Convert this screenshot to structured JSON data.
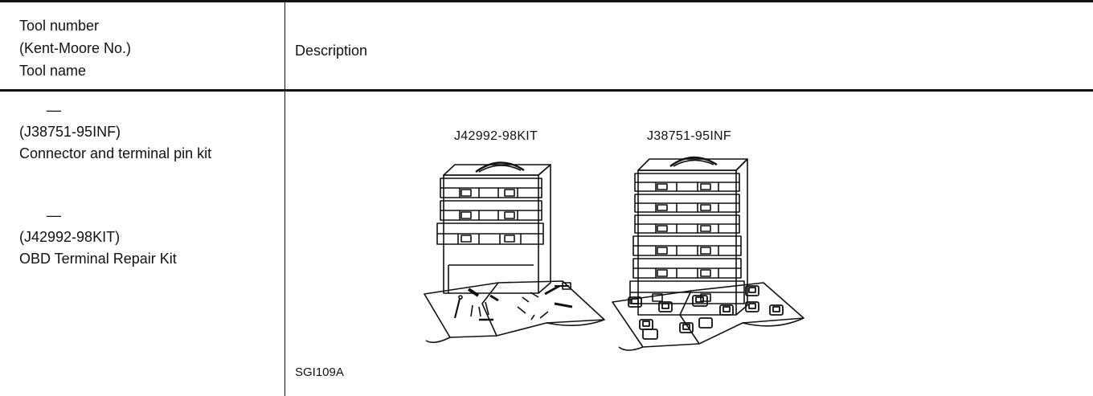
{
  "header": {
    "col1_line1": "Tool number",
    "col1_line2": "(Kent-Moore No.)",
    "col1_line3": "Tool name",
    "col2": "Description"
  },
  "rows": [
    {
      "items": [
        {
          "tool_number": "—",
          "kent_moore": "(J38751-95INF)",
          "name": "Connector and terminal pin kit"
        },
        {
          "tool_number": "—",
          "kent_moore": "(J42992-98KIT)",
          "name": "OBD Terminal Repair Kit"
        }
      ],
      "figure": {
        "label_left": "J42992-98KIT",
        "label_right": "J38751-95INF",
        "code": "SGI109A"
      }
    }
  ]
}
